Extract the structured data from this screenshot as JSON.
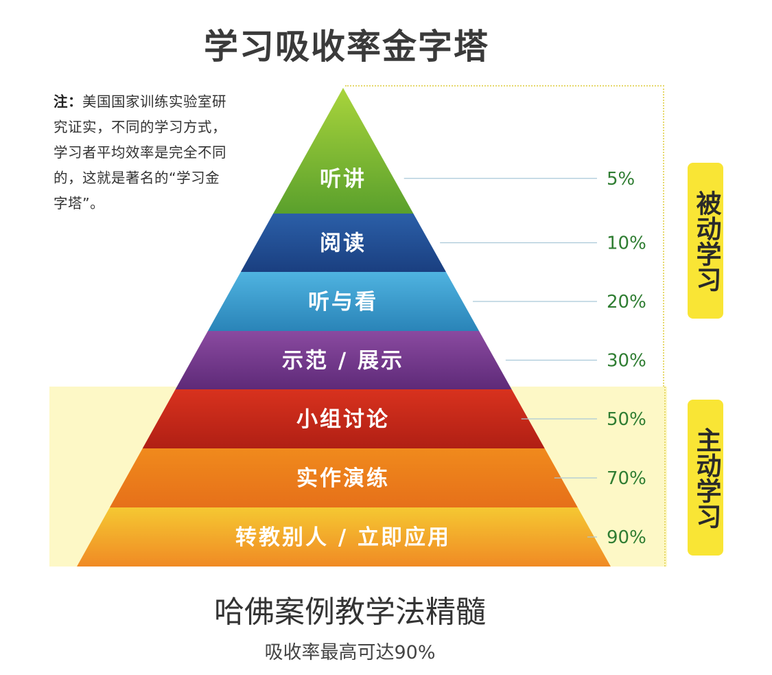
{
  "title": "学习吸收率金字塔",
  "note": {
    "prefix": "注：",
    "text": "美国国家训练实验室研究证实，不同的学习方式，学习者平均效率是完全不同的，这就是著名的“学习金字塔”。"
  },
  "layers": [
    {
      "label": "听讲",
      "percent": "5%",
      "color_top": "#a9d43c",
      "color_bottom": "#5aa02c"
    },
    {
      "label": "阅读",
      "percent": "10%",
      "color_top": "#2b5fa8",
      "color_bottom": "#1a3f80"
    },
    {
      "label": "听与看",
      "percent": "20%",
      "color_top": "#4fb3e0",
      "color_bottom": "#2a84b8"
    },
    {
      "label": "示范 / 展示",
      "percent": "30%",
      "color_top": "#8a4aa0",
      "color_bottom": "#5e2a78"
    },
    {
      "label": "小组讨论",
      "percent": "50%",
      "color_top": "#d8321e",
      "color_bottom": "#b01f14"
    },
    {
      "label": "实作演练",
      "percent": "70%",
      "color_top": "#f08a1c",
      "color_bottom": "#e6701a"
    },
    {
      "label": "转教别人 / 立即应用",
      "percent": "90%",
      "color_top": "#f5c832",
      "color_bottom": "#f08a24"
    }
  ],
  "groups": {
    "passive": "被动学习",
    "active": "主动学习"
  },
  "subtitle": "哈佛案例教学法精髓",
  "caption": "吸收率最高可达90%"
}
